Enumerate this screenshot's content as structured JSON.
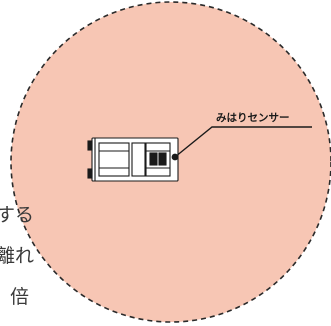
{
  "diagram": {
    "sensor_label": "みはりセンサー",
    "side_text_fragments": [
      "する",
      "離れ",
      "倍"
    ],
    "colors": {
      "zone_fill": "#f7c6b4",
      "zone_border": "#2a2a2a",
      "vehicle_fill": "#ffffff",
      "vehicle_stroke": "#1a1a1a",
      "leader_line": "#1a1a1a",
      "side_text": "#3a3a3a"
    }
  }
}
